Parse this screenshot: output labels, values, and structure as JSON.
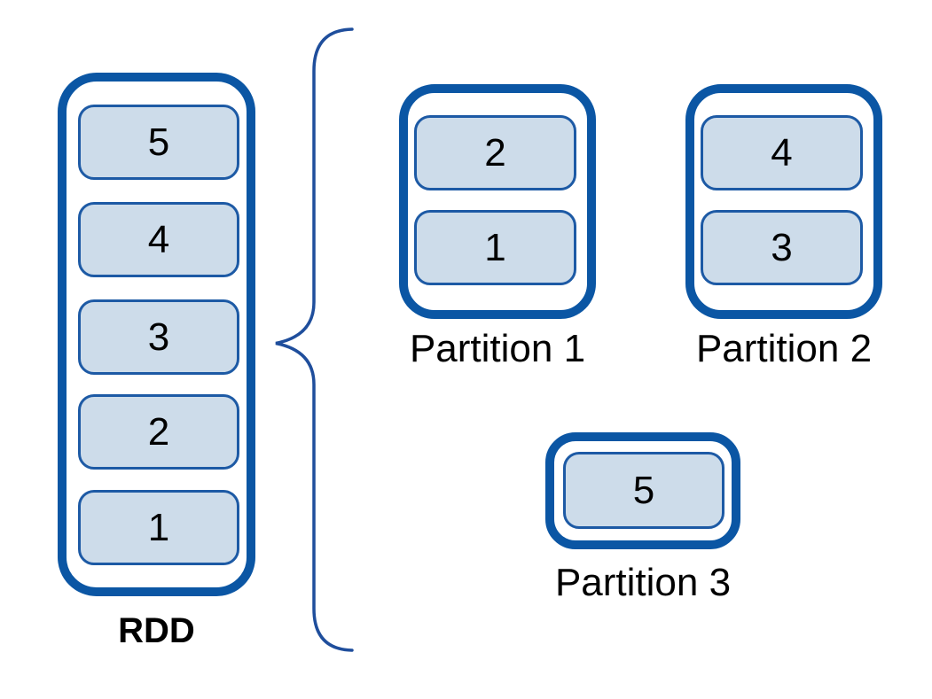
{
  "rdd": {
    "label": "RDD",
    "items": [
      "5",
      "4",
      "3",
      "2",
      "1"
    ]
  },
  "partitions": [
    {
      "label": "Partition 1",
      "items": [
        "2",
        "1"
      ]
    },
    {
      "label": "Partition 2",
      "items": [
        "4",
        "3"
      ]
    },
    {
      "label": "Partition 3",
      "items": [
        "5"
      ]
    }
  ],
  "icons": {
    "brace": "left-curly-brace"
  },
  "colors": {
    "container_border": "#0B56A4",
    "item_border": "#1D5AA5",
    "item_fill": "#CDDCEA",
    "brace": "#1F4E9C",
    "text": "#000000"
  }
}
